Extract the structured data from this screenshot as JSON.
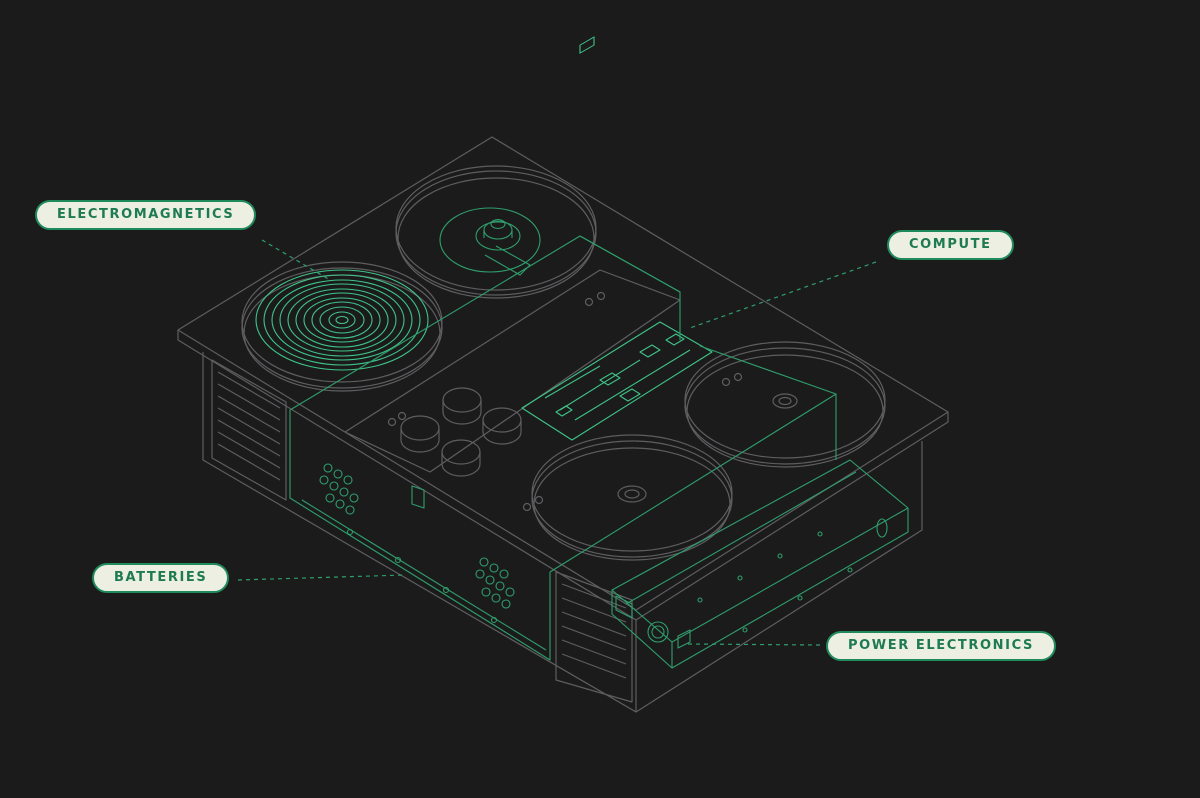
{
  "colors": {
    "background": "#1b1b1c",
    "outline": "#5e5e60",
    "accent": "#2f9e6c",
    "accent_bright": "#3fc488",
    "label_bg": "#ecefe2",
    "label_text": "#1d7a51"
  },
  "callouts": {
    "electromagnetics": "ELECTROMAGNETICS",
    "compute": "COMPUTE",
    "batteries": "BATTERIES",
    "power_electronics": "POWER ELECTRONICS"
  }
}
